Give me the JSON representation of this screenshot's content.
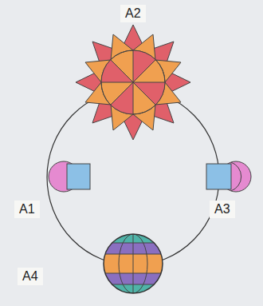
{
  "diagram": {
    "labels": [
      "A2",
      "A1",
      "A3",
      "A4"
    ]
  }
}
